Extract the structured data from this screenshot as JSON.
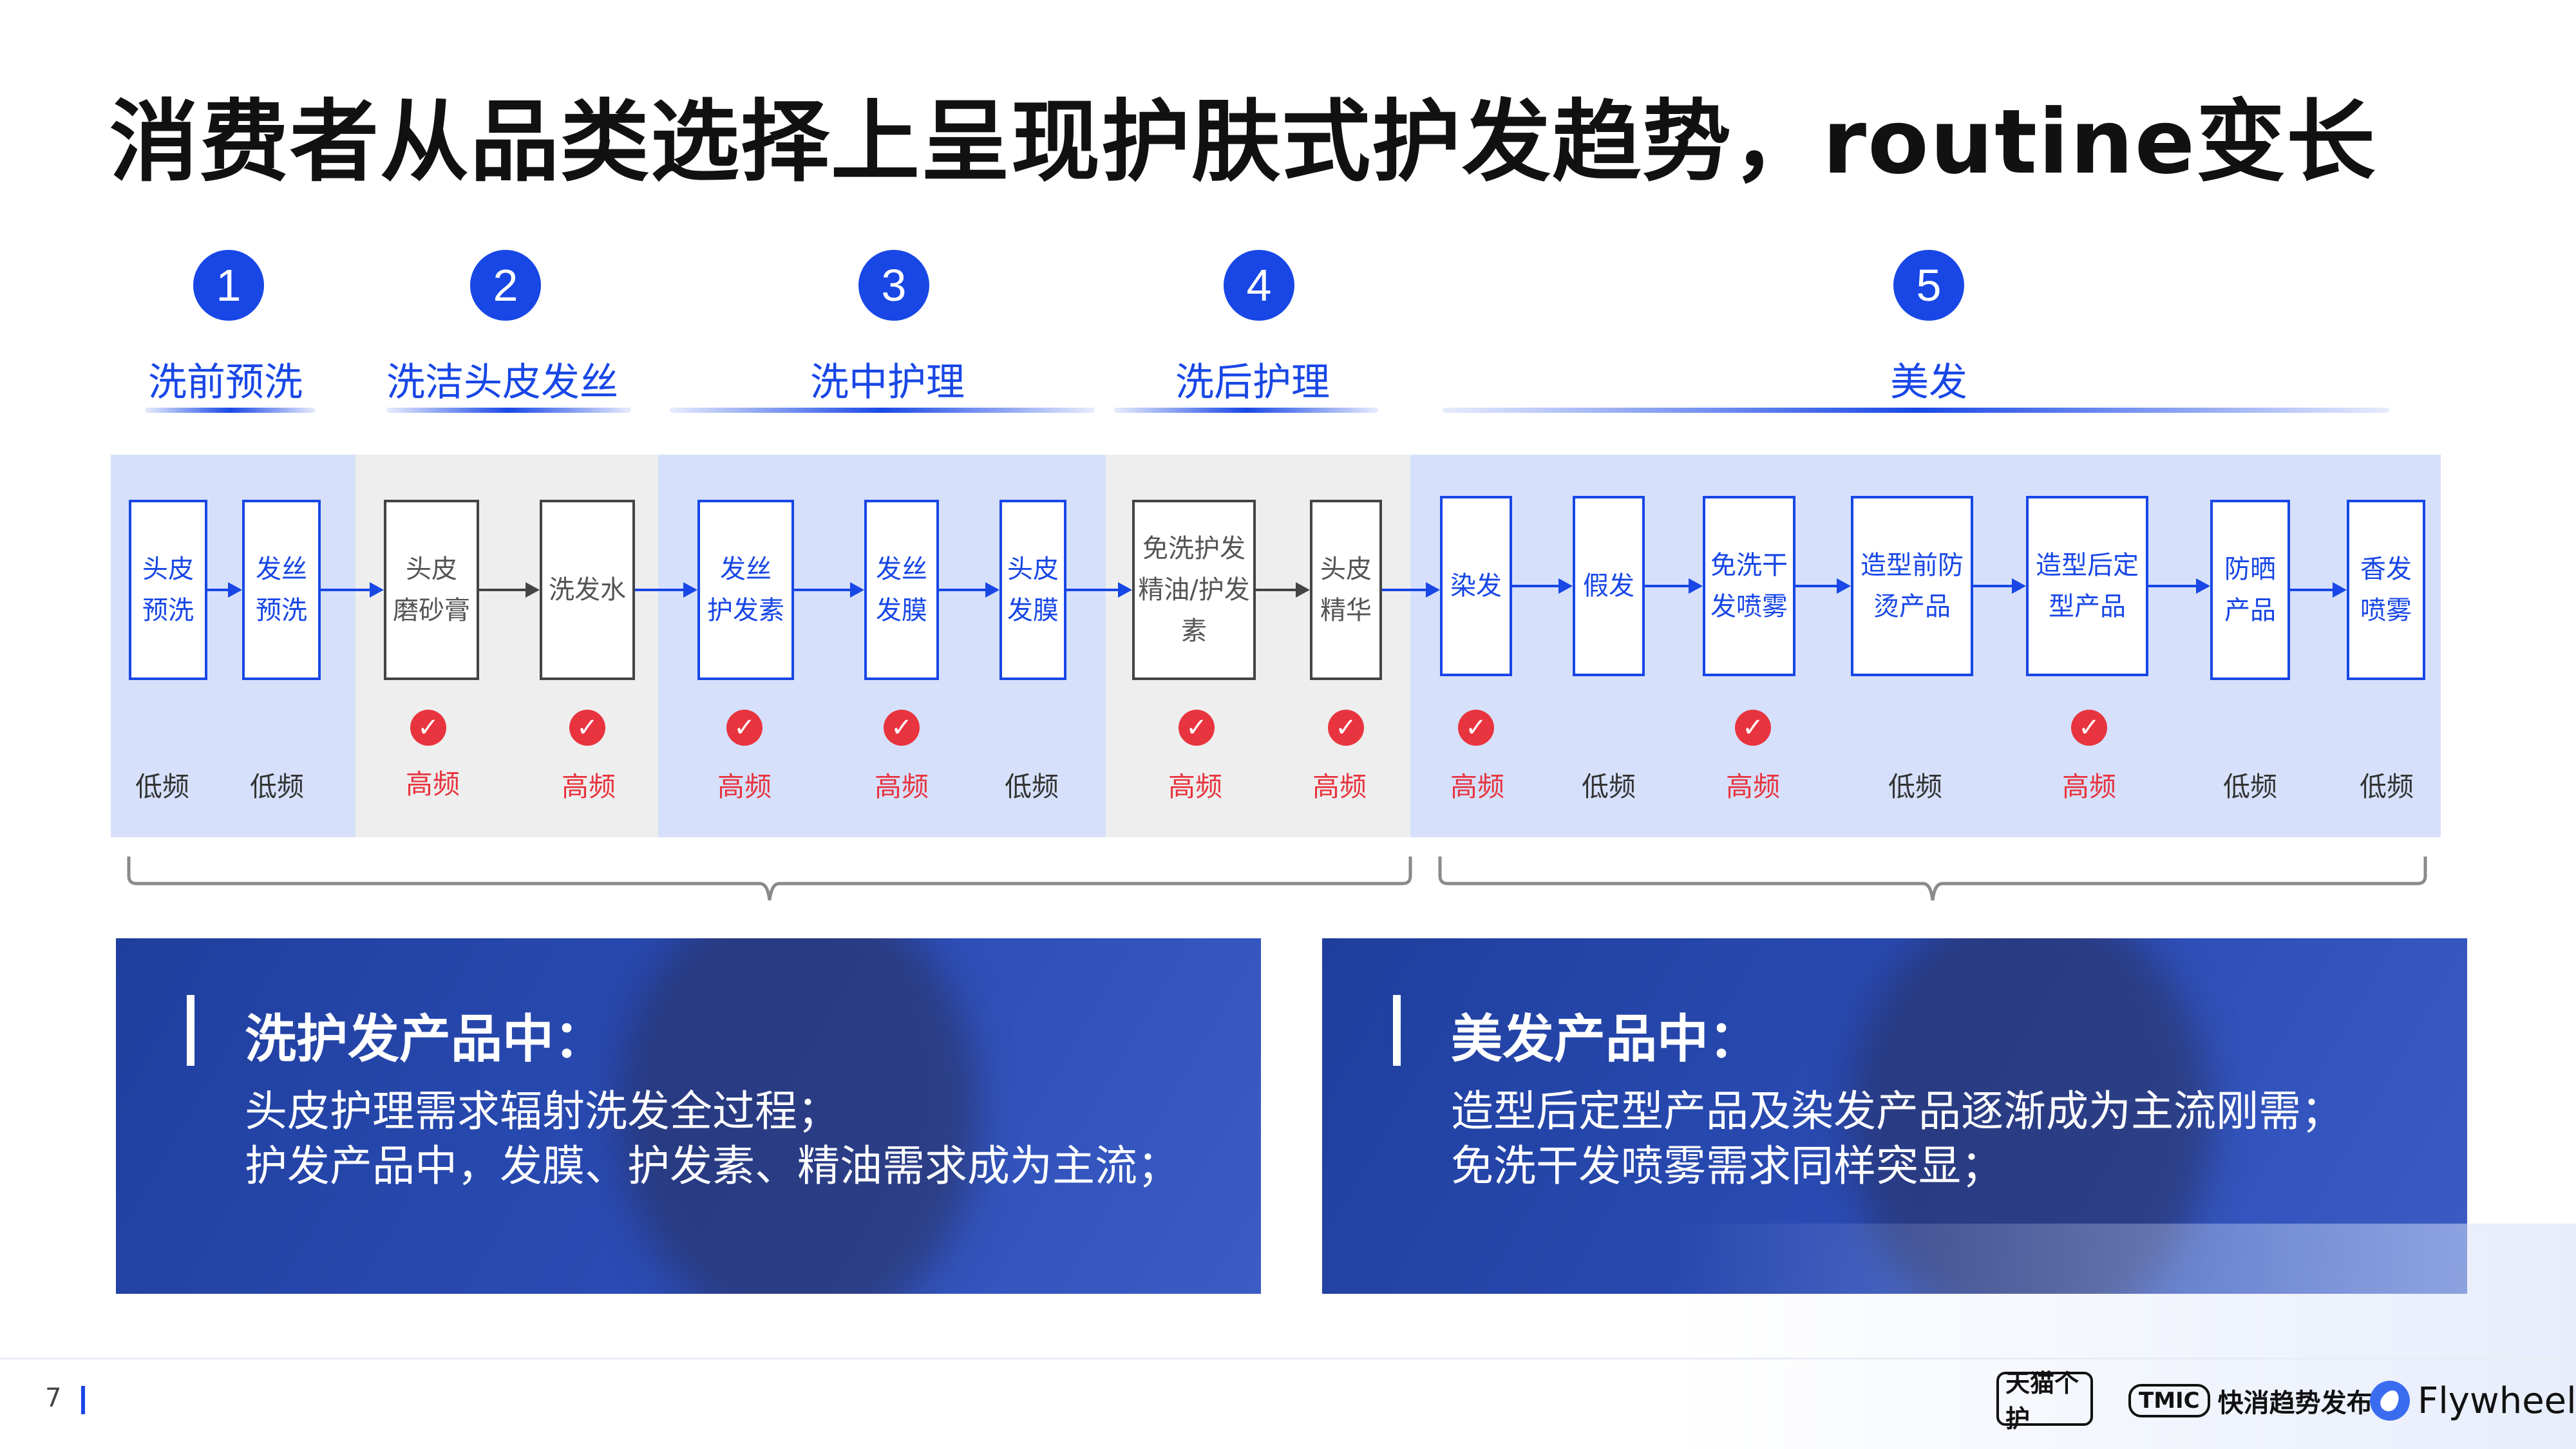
{
  "title": "消费者从品类选择上呈现护肤式护发趋势，routine变长",
  "steps": [
    {
      "num": "1",
      "label": "洗前预洗"
    },
    {
      "num": "2",
      "label": "洗洁头皮发丝"
    },
    {
      "num": "3",
      "label": "洗中护理"
    },
    {
      "num": "4",
      "label": "洗后护理"
    },
    {
      "num": "5",
      "label": "美发"
    }
  ],
  "products": [
    {
      "line1": "头皮",
      "line2": "预洗",
      "freq": "低频",
      "checked": false
    },
    {
      "line1": "发丝",
      "line2": "预洗",
      "freq": "低频",
      "checked": false
    },
    {
      "line1": "头皮",
      "line2": "磨砂膏",
      "freq": "高频",
      "checked": true
    },
    {
      "line1": "洗发水",
      "line2": "",
      "freq": "高频",
      "checked": true
    },
    {
      "line1": "发丝",
      "line2": "护发素",
      "freq": "高频",
      "checked": true
    },
    {
      "line1": "发丝",
      "line2": "发膜",
      "freq": "高频",
      "checked": true
    },
    {
      "line1": "头皮",
      "line2": "发膜",
      "freq": "低频",
      "checked": false
    },
    {
      "line1": "免洗护发",
      "line2": "精油/护发",
      "line3": "素",
      "freq": "高频",
      "checked": true
    },
    {
      "line1": "头皮",
      "line2": "精华",
      "freq": "高频",
      "checked": true
    },
    {
      "line1": "染发",
      "line2": "",
      "freq": "高频",
      "checked": true
    },
    {
      "line1": "假发",
      "line2": "",
      "freq": "低频",
      "checked": false
    },
    {
      "line1": "免洗干",
      "line2": "发喷雾",
      "freq": "高频",
      "checked": true
    },
    {
      "line1": "造型前防",
      "line2": "烫产品",
      "freq": "低频",
      "checked": false
    },
    {
      "line1": "造型后定",
      "line2": "型产品",
      "freq": "高频",
      "checked": true
    },
    {
      "line1": "防晒",
      "line2": "产品",
      "freq": "低频",
      "checked": false
    },
    {
      "line1": "香发",
      "line2": "喷雾",
      "freq": "低频",
      "checked": false
    }
  ],
  "check_glyph": "✓",
  "panels": [
    {
      "heading": "洗护发产品中：",
      "lines": [
        "头皮护理需求辐射洗发全过程；",
        "护发产品中，发膜、护发素、精油需求成为主流；"
      ]
    },
    {
      "heading": "美发产品中：",
      "lines": [
        "造型后定型产品及染发产品逐渐成为主流刚需；",
        "免洗干发喷雾需求同样突显；"
      ]
    }
  ],
  "footer": {
    "page": "7",
    "logo_tmall": "天猫个护",
    "logo_tmic": "TMIC",
    "logo_tmic_text": "快消趋势发布",
    "logo_flywheel": "Flywheel"
  },
  "colors": {
    "accent": "#1847e6",
    "high": "#e8343e",
    "band_blue": "#d6e0fb",
    "band_grey": "#eeeeee",
    "panel": "#2b4cb5"
  }
}
